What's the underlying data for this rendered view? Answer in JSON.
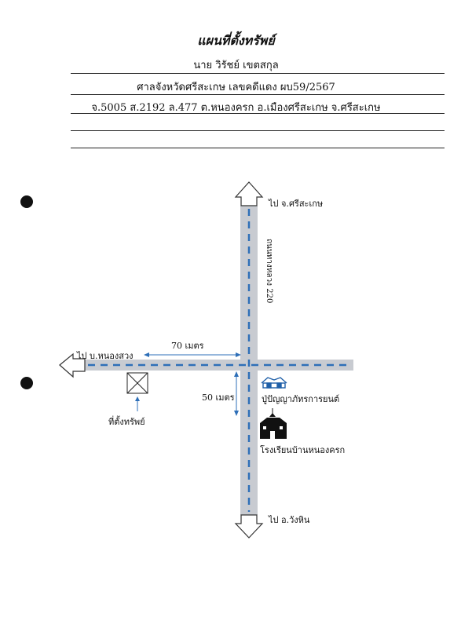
{
  "header": {
    "title": "แผนที่ตั้งทรัพย์",
    "owner": "นาย วิรัชย์ เขตสกุล",
    "court_case": "ศาลจังหวัดศรีสะเกษ เลขคดีแดง ผบ59/2567",
    "land_location": "จ.5005 ส.2192 ล.477 ต.หนองครก อ.เมืองศรีสะเกษ จ.ศรีสะเกษ"
  },
  "map": {
    "road_name": "ถนนทางหลวง 220",
    "to_north": "ไป จ.ศรีสะเกษ",
    "to_west": "ไป บ.หนองสวง",
    "to_south": "ไป อ.วังหิน",
    "distance_horizontal": "70 เมตร",
    "distance_vertical": "50 เมตร",
    "property_label": "ที่ตั้งทรัพย์",
    "landmark_shrine": "ปู่ปัญญาภัทรการยนต์",
    "landmark_school": "โรงเรียนบ้านหนองครก",
    "colors": {
      "road_fill": "#c8cbd1",
      "center_line": "#2e6fb8",
      "icon_blue": "#1f5fa8"
    }
  }
}
